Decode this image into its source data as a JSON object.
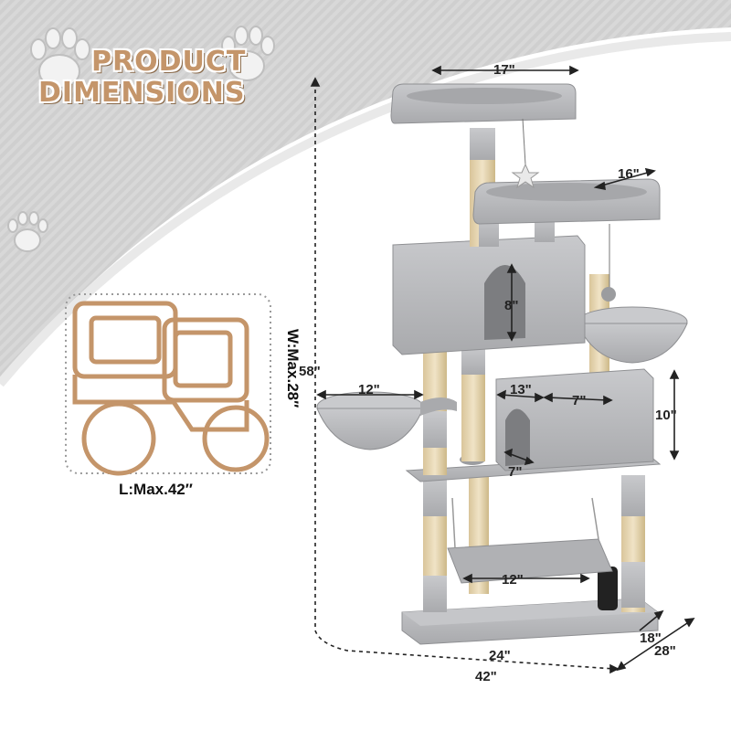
{
  "title": {
    "line1": "PRODUCT",
    "line2": "DIMENSIONS"
  },
  "footprint": {
    "width_label": "W:Max.28″",
    "length_label": "L:Max.42″"
  },
  "dimensions": {
    "top_perch_width": "17\"",
    "second_perch_width": "16\"",
    "condo_door_height": "8\"",
    "total_height": "58\"",
    "basket_left_width": "12\"",
    "lower_condo_width": "13\"",
    "lower_condo_side": "7\"",
    "lower_condo_height": "10\"",
    "lower_condo_depth": "7\"",
    "hammock_width": "12\"",
    "base_width": "24\"",
    "base_depth": "18\"",
    "overall_length": "42\"",
    "overall_depth": "28\""
  },
  "colors": {
    "accent": "#c4956a",
    "plush": "#b9babd",
    "plush_dark": "#9a9b9e",
    "sisal": "#e6d5b2"
  },
  "icons": [
    "paw-icon",
    "paw-icon",
    "paw-icon"
  ]
}
